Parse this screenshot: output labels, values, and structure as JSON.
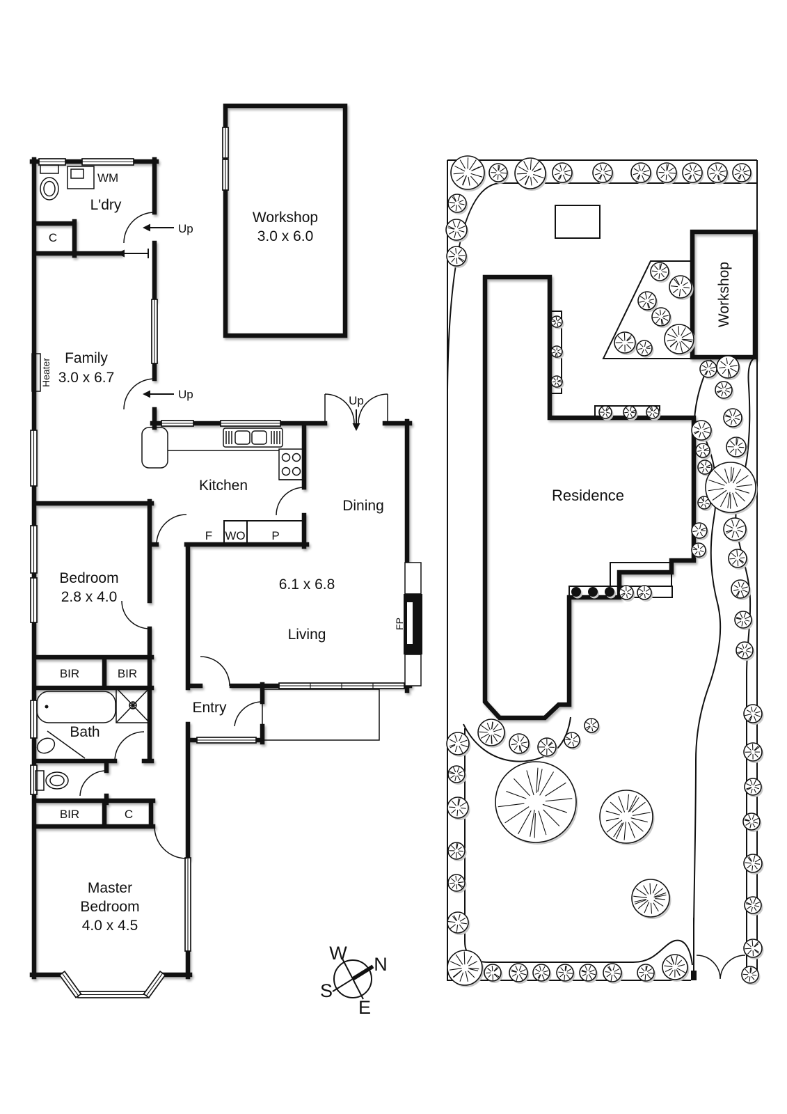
{
  "floorplan": {
    "laundry": {
      "label": "L'dry",
      "wm": "WM",
      "cupboard": "C",
      "up": "Up"
    },
    "family": {
      "label": "Family",
      "dims": "3.0 x 6.7",
      "heater": "Heater",
      "up": "Up"
    },
    "workshop": {
      "label": "Workshop",
      "dims": "3.0 x 6.0"
    },
    "kitchen": {
      "label": "Kitchen",
      "fridge": "F",
      "wall_oven": "WO",
      "pantry": "P"
    },
    "dining": {
      "label": "Dining",
      "up": "Up"
    },
    "living": {
      "label": "Living",
      "dims": "6.1 x 6.8",
      "fireplace": "FP"
    },
    "bedroom": {
      "label": "Bedroom",
      "dims": "2.8 x 4.0",
      "robe1": "BIR",
      "robe2": "BIR"
    },
    "bath": {
      "label": "Bath"
    },
    "entry": {
      "label": "Entry"
    },
    "master_bedroom": {
      "line1": "Master",
      "line2": "Bedroom",
      "dims": "4.0 x 4.5",
      "robe": "BIR",
      "cupboard": "C"
    }
  },
  "compass": {
    "west": "W",
    "north": "N",
    "south": "S",
    "east": "E"
  },
  "siteplan": {
    "residence_label": "Residence",
    "workshop_label": "Workshop",
    "bushes": [
      [
        672,
        248,
        24
      ],
      [
        716,
        248,
        13
      ],
      [
        762,
        249,
        22
      ],
      [
        808,
        248,
        14
      ],
      [
        866,
        248,
        14
      ],
      [
        921,
        248,
        14
      ],
      [
        958,
        248,
        14
      ],
      [
        995,
        248,
        14
      ],
      [
        1031,
        248,
        14
      ],
      [
        1066,
        248,
        13
      ],
      [
        657,
        292,
        13
      ],
      [
        656,
        330,
        15
      ],
      [
        656,
        368,
        14
      ],
      [
        948,
        390,
        13
      ],
      [
        978,
        412,
        16
      ],
      [
        930,
        432,
        13
      ],
      [
        950,
        455,
        13
      ],
      [
        898,
        492,
        15
      ],
      [
        926,
        500,
        11
      ],
      [
        976,
        487,
        21
      ],
      [
        800,
        462,
        8
      ],
      [
        800,
        505,
        8
      ],
      [
        800,
        548,
        8
      ],
      [
        870,
        592,
        9
      ],
      [
        905,
        592,
        9
      ],
      [
        938,
        592,
        9
      ],
      [
        900,
        851,
        10
      ],
      [
        926,
        851,
        10
      ],
      [
        1018,
        530,
        12
      ],
      [
        1046,
        527,
        16
      ],
      [
        1040,
        560,
        12
      ],
      [
        1053,
        600,
        13
      ],
      [
        1058,
        642,
        14
      ],
      [
        1056,
        760,
        16
      ],
      [
        1060,
        802,
        13
      ],
      [
        1064,
        846,
        13
      ],
      [
        1068,
        890,
        12
      ],
      [
        1070,
        934,
        12
      ],
      [
        1008,
        618,
        14
      ],
      [
        1010,
        647,
        10
      ],
      [
        1013,
        671,
        10
      ],
      [
        1012,
        722,
        9
      ],
      [
        1005,
        762,
        11
      ],
      [
        1004,
        790,
        10
      ],
      [
        1082,
        1025,
        13
      ],
      [
        1082,
        1080,
        13
      ],
      [
        1082,
        1130,
        12
      ],
      [
        1080,
        1180,
        12
      ],
      [
        1082,
        1240,
        13
      ],
      [
        1082,
        1300,
        12
      ],
      [
        1082,
        1362,
        13
      ],
      [
        1078,
        1400,
        12
      ],
      [
        706,
        1052,
        19
      ],
      [
        746,
        1068,
        14
      ],
      [
        786,
        1073,
        13
      ],
      [
        822,
        1063,
        11
      ],
      [
        850,
        1042,
        10
      ],
      [
        658,
        1068,
        16
      ],
      [
        656,
        1112,
        12
      ],
      [
        658,
        1160,
        15
      ],
      [
        656,
        1222,
        12
      ],
      [
        656,
        1268,
        12
      ],
      [
        658,
        1325,
        15
      ],
      [
        668,
        1390,
        25
      ],
      [
        708,
        1397,
        12
      ],
      [
        745,
        1397,
        13
      ],
      [
        778,
        1397,
        12
      ],
      [
        812,
        1397,
        12
      ],
      [
        845,
        1397,
        12
      ],
      [
        880,
        1397,
        13
      ],
      [
        928,
        1397,
        12
      ],
      [
        970,
        1389,
        18
      ]
    ],
    "trees": [
      [
        770,
        1152,
        58
      ],
      [
        900,
        1173,
        38
      ],
      [
        935,
        1290,
        27
      ],
      [
        1050,
        700,
        36
      ]
    ],
    "dark_bushes": [
      [
        828,
        850
      ],
      [
        852,
        850
      ],
      [
        876,
        850
      ]
    ]
  },
  "colors": {
    "ink": "#111111",
    "shadow": "#c9c9c9",
    "background": "#ffffff"
  }
}
